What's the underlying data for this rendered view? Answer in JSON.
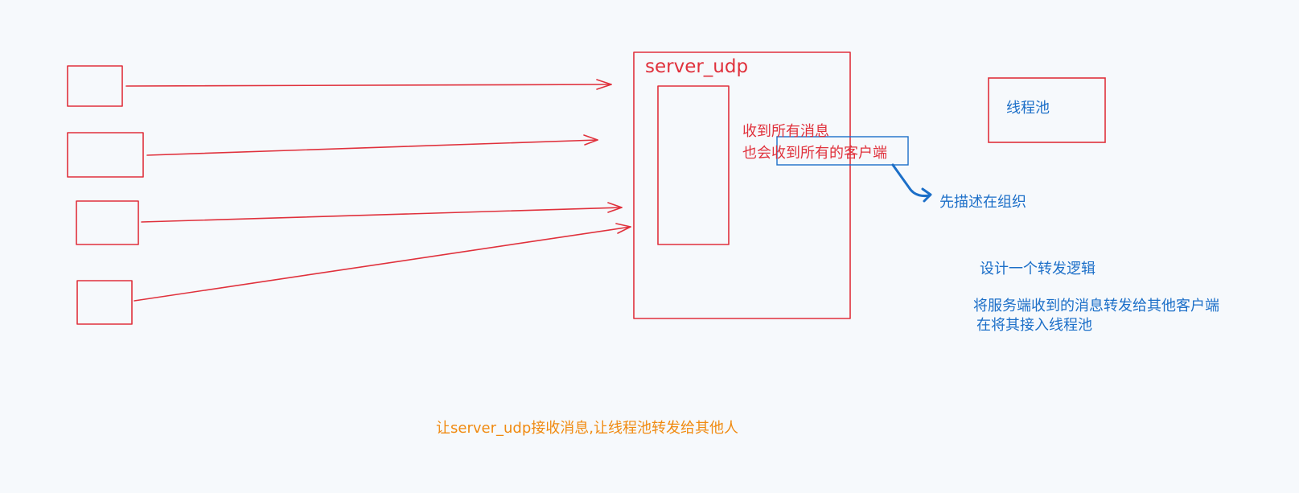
{
  "labels": {
    "server_title": "server_udp",
    "receive_all_messages": "收到所有消息",
    "receive_all_clients_prefix": "也会",
    "receive_all_clients_boxed": "收到所有的客户端",
    "describe_then_organize": "先描述在组织",
    "thread_pool": "线程池",
    "design_forwarding": "设计一个转发逻辑",
    "forward_to_clients": "将服务端收到的消息转发给其他客户端",
    "connect_thread_pool": "在将其接入线程池",
    "bottom_summary": "让server_udp接收消息,让线程池转发给其他人"
  },
  "colors": {
    "red": "#e0313c",
    "blue": "#1c6fc8",
    "orange": "#f08a10",
    "background": "#f6f9fc"
  }
}
